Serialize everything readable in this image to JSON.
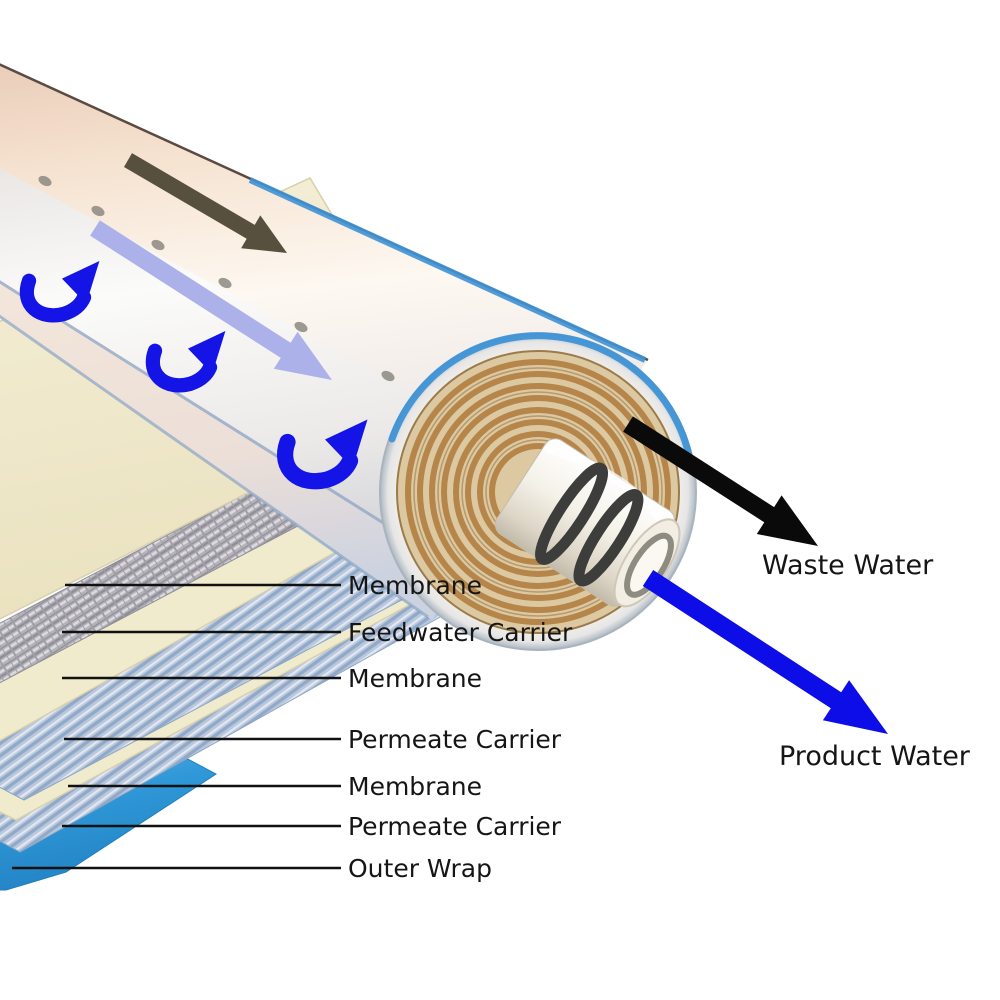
{
  "figure": {
    "layers": [
      {
        "name": "membrane-1",
        "label": "Membrane"
      },
      {
        "name": "feedwater-carrier",
        "label": "Feedwater Carrier"
      },
      {
        "name": "membrane-2",
        "label": "Membrane"
      },
      {
        "name": "permeate-carrier-1",
        "label": "Permeate Carrier"
      },
      {
        "name": "membrane-3",
        "label": "Membrane"
      },
      {
        "name": "permeate-carrier-2",
        "label": "Permeate Carrier"
      },
      {
        "name": "outer-wrap",
        "label": "Outer Wrap"
      }
    ],
    "flows": {
      "waste": "Waste Water",
      "product": "Product Water"
    },
    "arrows": [
      {
        "name": "feed-flow-arrow",
        "color": "#57503e"
      },
      {
        "name": "permeate-flow-arrow",
        "color": "#a8ade8"
      },
      {
        "name": "permeate-entry-curved-arrow",
        "color": "#1414e6"
      },
      {
        "name": "waste-water-arrow",
        "color": "#0a0a0a"
      },
      {
        "name": "product-water-arrow",
        "color": "#0d0de8"
      }
    ],
    "colors": {
      "text": "#151515",
      "leader": "#111111",
      "arrow_feed": "#57503e",
      "arrow_permeate": "#a8ade8",
      "arrow_entry": "#1414e6",
      "arrow_waste": "#0a0a0a",
      "arrow_product": "#0d0de8",
      "sheet_cream": "#f1ebce",
      "mesh_base": "#b4b2b9",
      "rib_base": "#b9c8dd",
      "wrap_blue": "#2f98d8",
      "roll_tan": "#dcc9a2",
      "roll_ring_tan": "#b5854a",
      "oring": "#3d3d3b",
      "band_peach": "#f3ddc9",
      "edge_blue": "#3f93d6",
      "tube_white": "#f6f3ea"
    }
  }
}
